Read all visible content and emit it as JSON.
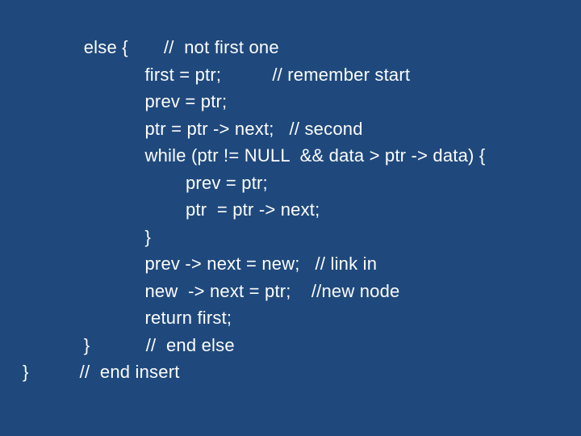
{
  "slide": {
    "background_color": "#1F497D",
    "text_color": "#FDFDFB"
  },
  "code": {
    "language": "cpp-like-pseudocode",
    "lines": [
      "            else {       //  not first one",
      "                        first = ptr;          // remember start",
      "                        prev = ptr;",
      "                        ptr = ptr -> next;   // second",
      "                        while (ptr != NULL  && data > ptr -> data) {",
      "                                prev = ptr;",
      "                                ptr  = ptr -> next;",
      "                        }",
      "                        prev -> next = new;   // link in",
      "                        new  -> next = ptr;    //new node",
      "                        return first;",
      "            }           //  end else",
      "}          //  end insert"
    ]
  }
}
